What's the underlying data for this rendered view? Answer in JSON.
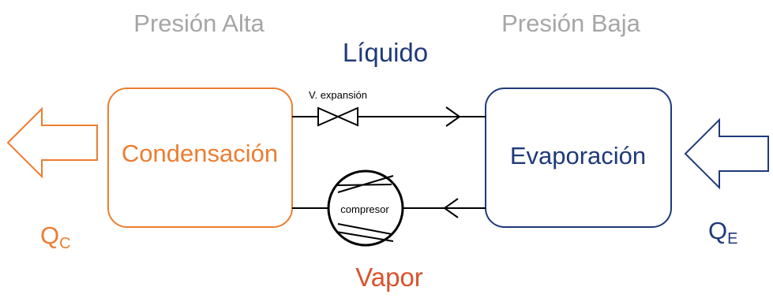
{
  "labels": {
    "high_pressure": "Presión Alta",
    "low_pressure": "Presión Baja",
    "liquid": "Líquido",
    "vapor": "Vapor",
    "condenser": "Condensación",
    "evaporator": "Evaporación",
    "expansion_valve": "V. expansión",
    "compressor": "compresor",
    "heat_out_main": "Q",
    "heat_out_sub": "C",
    "heat_in_main": "Q",
    "heat_in_sub": "E"
  },
  "colors": {
    "gray": "#a6a6a6",
    "orange": "#ed7d31",
    "navy": "#1f3a7a",
    "vapor_red": "#d9532b",
    "line": "#000000"
  }
}
